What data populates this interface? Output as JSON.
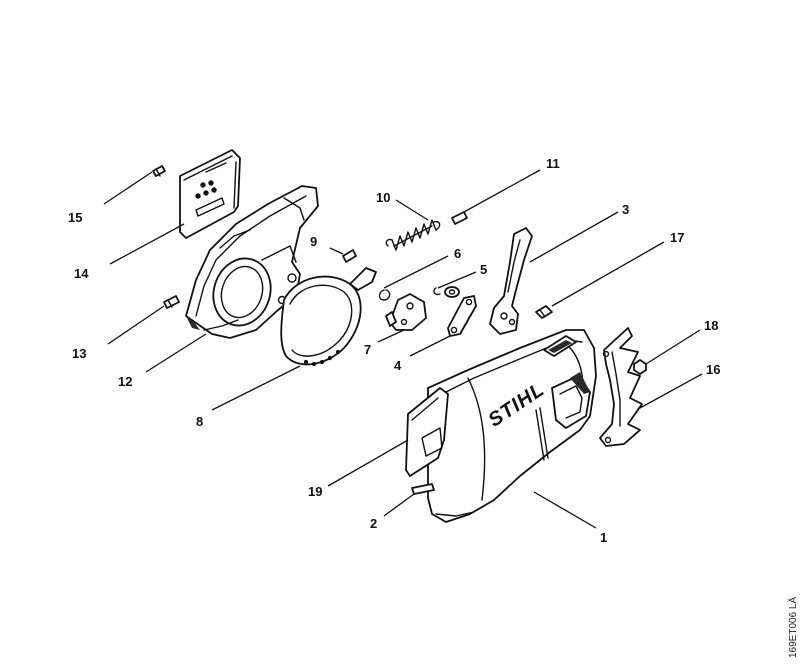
{
  "diagram": {
    "callouts": [
      {
        "id": "p1",
        "label": "1"
      },
      {
        "id": "p2",
        "label": "2"
      },
      {
        "id": "p3",
        "label": "3"
      },
      {
        "id": "p4",
        "label": "4"
      },
      {
        "id": "p5",
        "label": "5"
      },
      {
        "id": "p6",
        "label": "6"
      },
      {
        "id": "p7",
        "label": "7"
      },
      {
        "id": "p8",
        "label": "8"
      },
      {
        "id": "p9",
        "label": "9"
      },
      {
        "id": "p10",
        "label": "10"
      },
      {
        "id": "p11",
        "label": "11"
      },
      {
        "id": "p12",
        "label": "12"
      },
      {
        "id": "p13",
        "label": "13"
      },
      {
        "id": "p14",
        "label": "14"
      },
      {
        "id": "p15",
        "label": "15"
      },
      {
        "id": "p16",
        "label": "16"
      },
      {
        "id": "p17",
        "label": "17"
      },
      {
        "id": "p18",
        "label": "18"
      },
      {
        "id": "p19",
        "label": "19"
      }
    ],
    "brand_mark": "STIHL",
    "drawing_code": "169ET006 LÄ"
  }
}
